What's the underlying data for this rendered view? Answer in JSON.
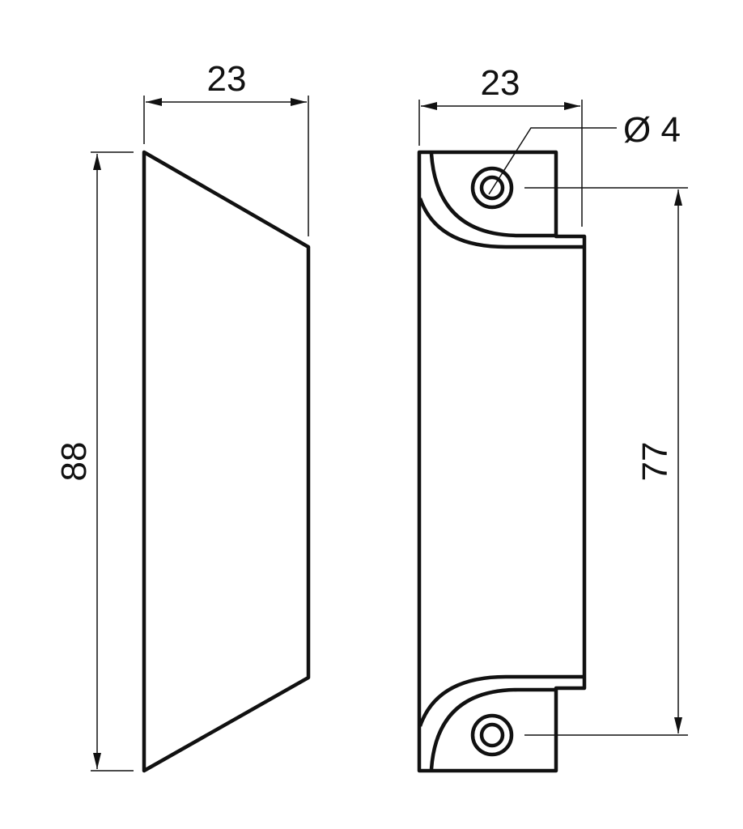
{
  "drawing": {
    "front_view": {
      "width_label": "23",
      "height_label": "88"
    },
    "side_view": {
      "width_label": "23",
      "hole_label": "Ø 4",
      "hole_spacing_label": "77"
    },
    "colors": {
      "line": "#111111",
      "background": "#ffffff"
    }
  }
}
